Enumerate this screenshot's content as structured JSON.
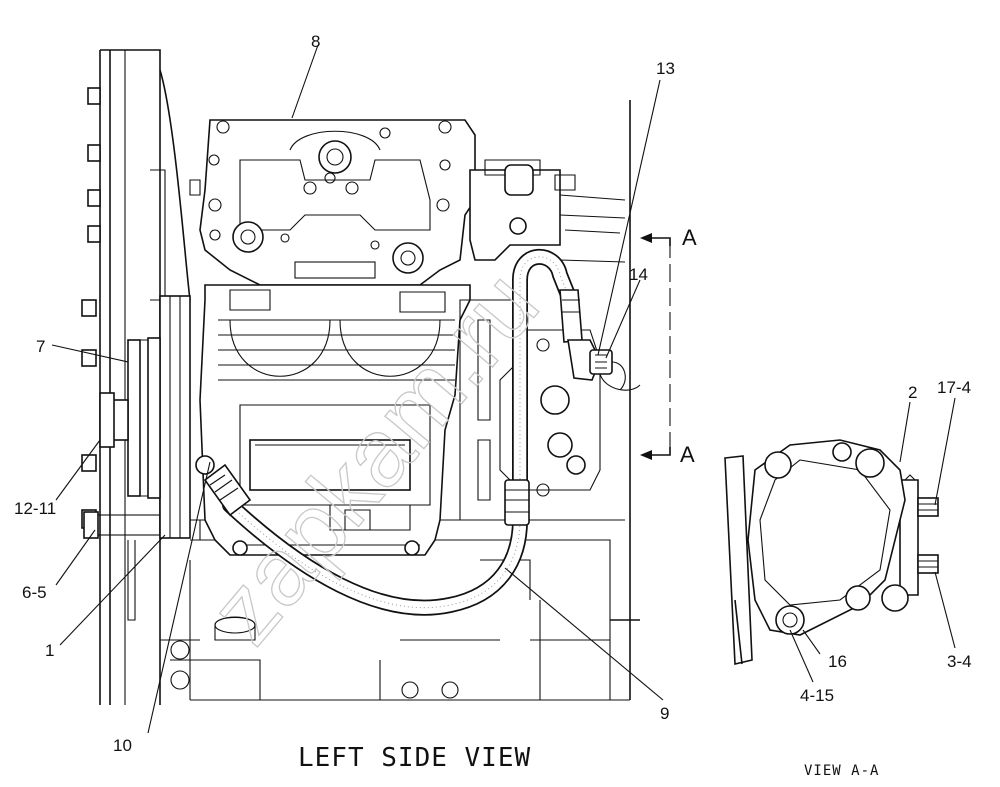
{
  "watermark": "zapkam.ru",
  "callouts": {
    "c8": "8",
    "c13": "13",
    "c14": "14",
    "c7": "7",
    "c12_11": "12-11",
    "c6_5": "6-5",
    "c1": "1",
    "c10": "10",
    "c9": "9",
    "c2": "2",
    "c17_4": "17-4",
    "c3_4": "3-4",
    "c16": "16",
    "c4_15": "4-15"
  },
  "section": {
    "letter_top": "A",
    "letter_bottom": "A"
  },
  "titles": {
    "main": "LEFT SIDE VIEW",
    "detail": "VIEW A-A"
  }
}
